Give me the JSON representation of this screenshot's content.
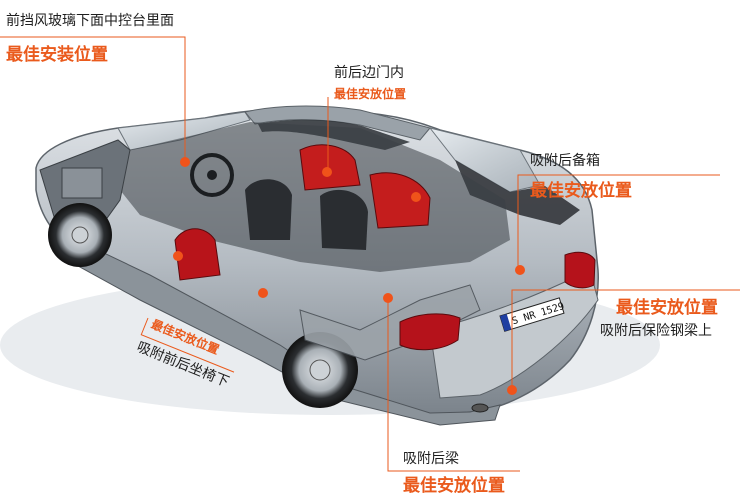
{
  "colors": {
    "accent": "#ea5a1c",
    "dot": "#f0531a",
    "text": "#1e1e1e",
    "car_body": "#b9c0c6",
    "seat_red": "#c41d1d",
    "tail_light": "#b5121b"
  },
  "plate_text": "S NR 1529",
  "callouts": {
    "dashboard": {
      "title": "前挡风玻璃下面中控台里面",
      "note": "最佳安装位置"
    },
    "rear_door": {
      "title": "前后边门内",
      "note": "最佳安放位置"
    },
    "trunk": {
      "title": "吸附后备箱",
      "note": "最佳安放位置"
    },
    "bumper": {
      "note": "最佳安放位置",
      "title": "吸附后保险钢梁上"
    },
    "seat": {
      "note": "最佳安放位置",
      "title": "吸附前后坐椅下"
    },
    "rear_beam": {
      "title": "吸附后梁",
      "note": "最佳安放位置"
    }
  }
}
